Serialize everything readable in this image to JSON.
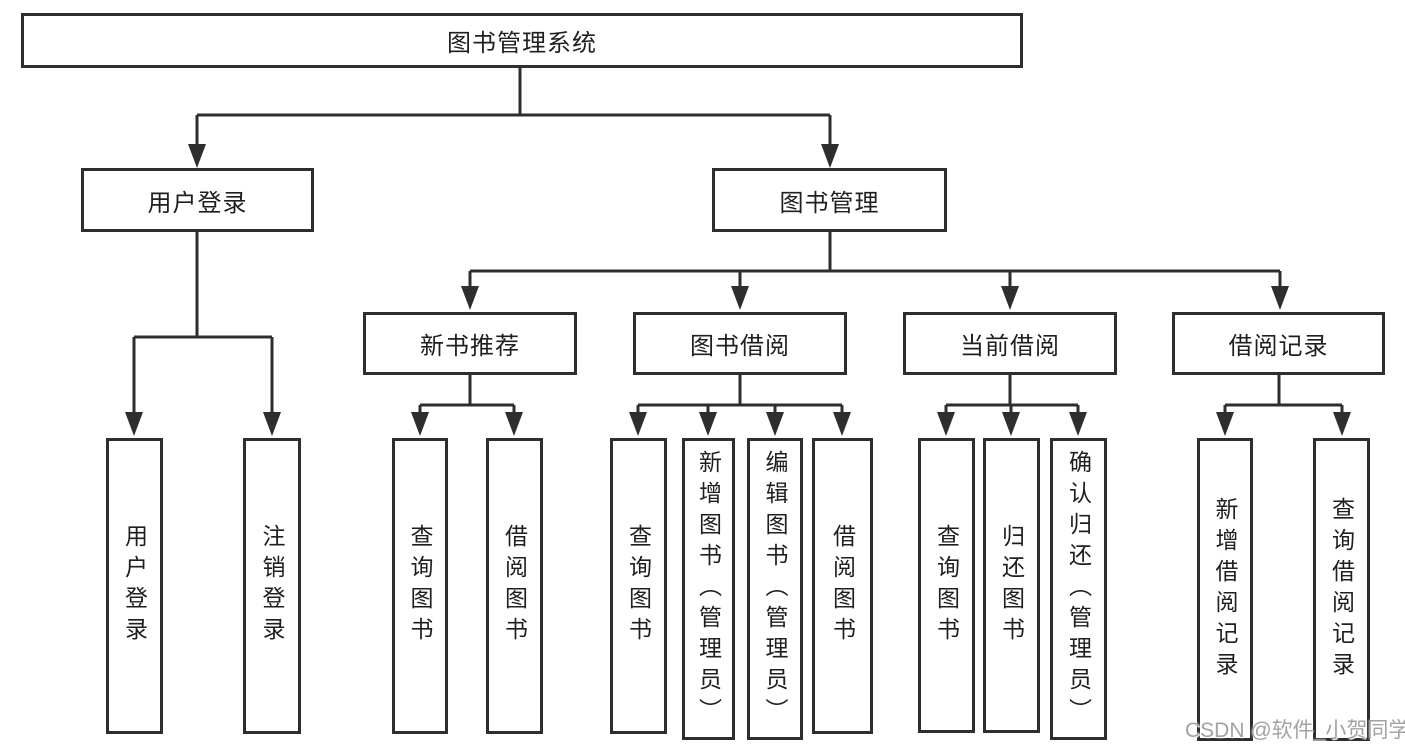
{
  "watermark": "CSDN @软件_小贺同学",
  "colors": {
    "line": "#2e2e2e",
    "box_border": "#2e2e2e",
    "box_fill": "#ffffff",
    "text": "#1f1f1f",
    "watermark": "#a3a3a3"
  },
  "tree": {
    "root": {
      "label": "图书管理系统"
    },
    "branches": [
      {
        "label": "用户登录",
        "children": [
          {
            "label": "用户登录"
          },
          {
            "label": "注销登录"
          }
        ]
      },
      {
        "label": "图书管理",
        "children": [
          {
            "label": "新书推荐",
            "children": [
              {
                "label": "查询图书"
              },
              {
                "label": "借阅图书"
              }
            ]
          },
          {
            "label": "图书借阅",
            "children": [
              {
                "label": "查询图书"
              },
              {
                "label": "新增图书（管理员）"
              },
              {
                "label": "编辑图书（管理员）"
              },
              {
                "label": "借阅图书"
              }
            ]
          },
          {
            "label": "当前借阅",
            "children": [
              {
                "label": "查询图书"
              },
              {
                "label": "归还图书"
              },
              {
                "label": "确认归还（管理员）"
              }
            ]
          },
          {
            "label": "借阅记录",
            "children": [
              {
                "label": "新增借阅记录"
              },
              {
                "label": "查询借阅记录"
              }
            ]
          }
        ]
      }
    ]
  }
}
